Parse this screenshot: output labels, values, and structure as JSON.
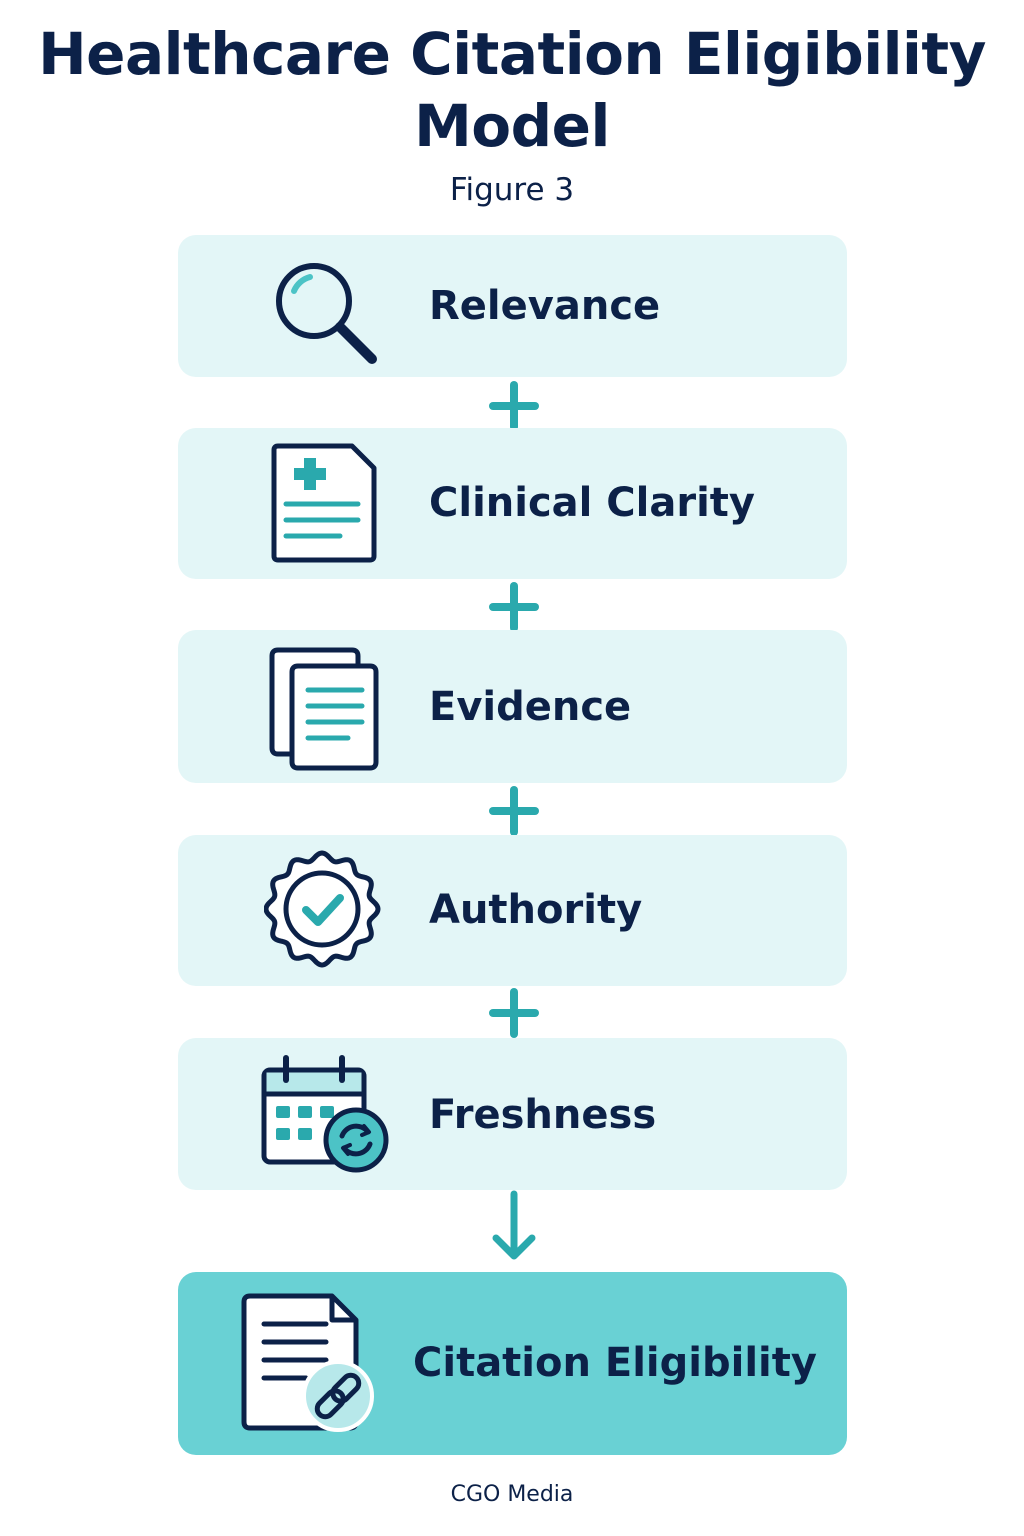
{
  "title": "Healthcare Citation Eligibility Model",
  "subtitle": "Figure 3",
  "steps": [
    {
      "label": "Relevance",
      "icon": "magnifying-glass-icon"
    },
    {
      "label": "Clinical Clarity",
      "icon": "medical-document-icon"
    },
    {
      "label": "Evidence",
      "icon": "stacked-documents-icon"
    },
    {
      "label": "Authority",
      "icon": "badge-checkmark-icon"
    },
    {
      "label": "Freshness",
      "icon": "calendar-refresh-icon"
    }
  ],
  "result": {
    "label": "Citation Eligibility",
    "icon": "document-link-icon"
  },
  "footer": "CGO Media",
  "colors": {
    "navy": "#0c2148",
    "teal": "#2aa9ad",
    "step_background": "#e3f6f7",
    "result_background": "#69d1d4"
  }
}
